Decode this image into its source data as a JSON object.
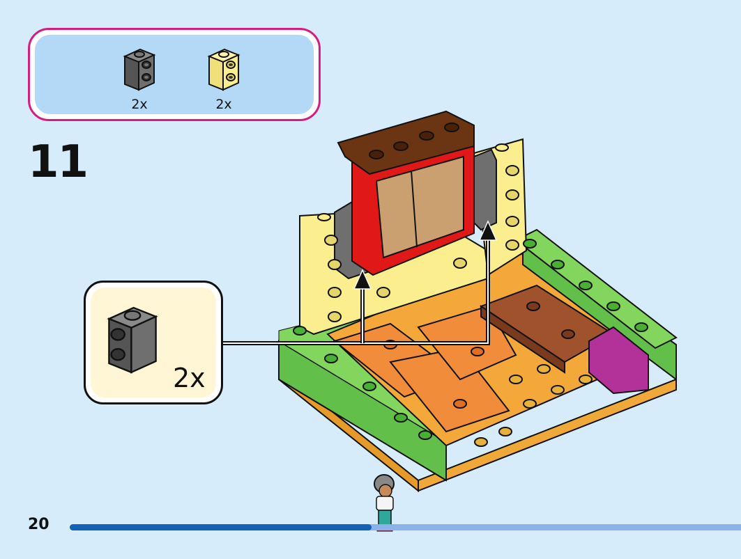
{
  "parts_list": {
    "items": [
      {
        "color": "dark-gray",
        "hex": "#6f6f6f",
        "quantity": "2x"
      },
      {
        "color": "bright-light-yellow",
        "hex": "#fbee8f",
        "quantity": "2x"
      }
    ]
  },
  "step": {
    "number": "11"
  },
  "callout": {
    "quantity": "2x",
    "part_color": "#6f6f6f"
  },
  "page": {
    "number": "20"
  },
  "progress": {
    "fraction": 0.45
  },
  "colors": {
    "border_magenta": "#d81b7e",
    "background": "#d7ecfa",
    "progress_done": "#1460b4",
    "progress_remaining": "#8cb1e6"
  }
}
